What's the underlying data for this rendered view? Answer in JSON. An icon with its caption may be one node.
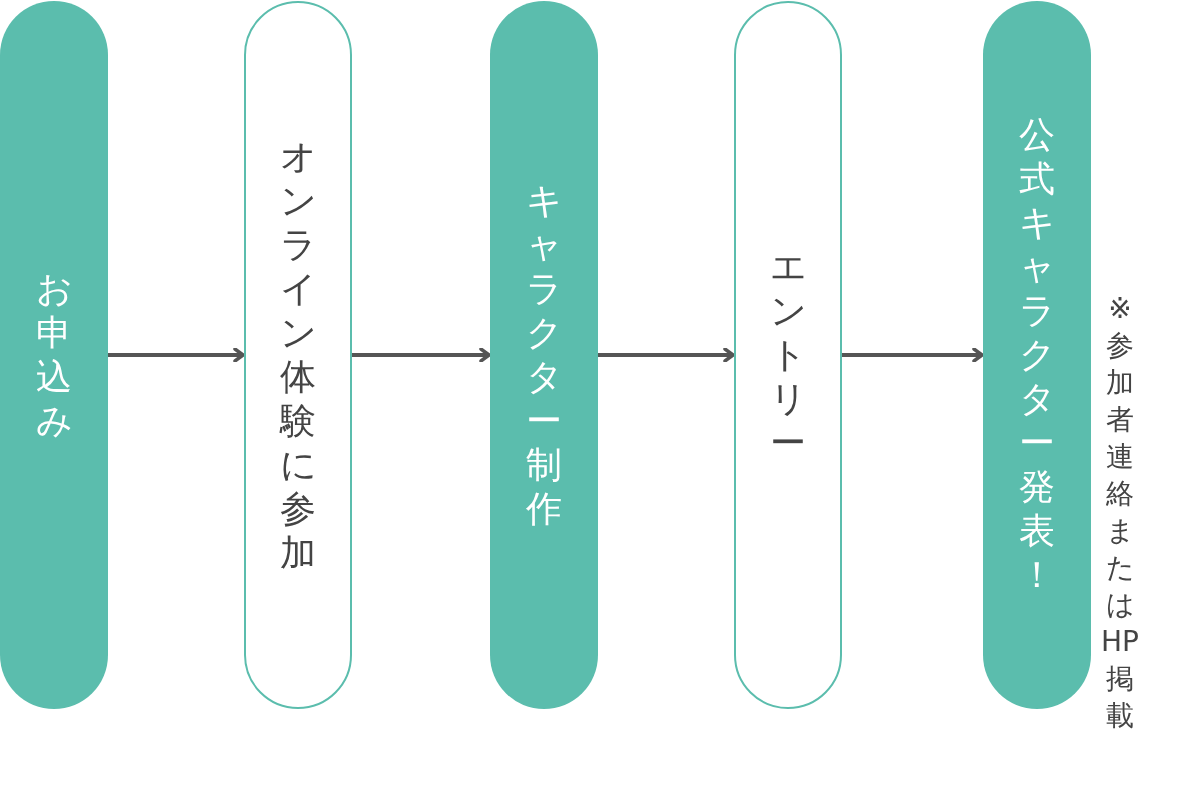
{
  "diagram": {
    "nodes": [
      {
        "text": [
          "お申込み"
        ]
      },
      {
        "text": [
          "オンライン体験に参加"
        ]
      },
      {
        "text": [
          "キャラクター制作"
        ]
      },
      {
        "text": [
          "エントリー"
        ]
      },
      {
        "text": [
          "公式キャラクター発表！"
        ],
        "beside": [
          "※参加者連絡またはHP掲載"
        ]
      }
    ],
    "edges": [
      {
        "from": 0,
        "to": 1,
        "arrow": "to"
      },
      {
        "from": 1,
        "to": 2,
        "arrow": "to"
      },
      {
        "from": 2,
        "to": 3,
        "arrow": "to"
      },
      {
        "from": 3,
        "to": 4,
        "arrow": "to"
      }
    ]
  }
}
